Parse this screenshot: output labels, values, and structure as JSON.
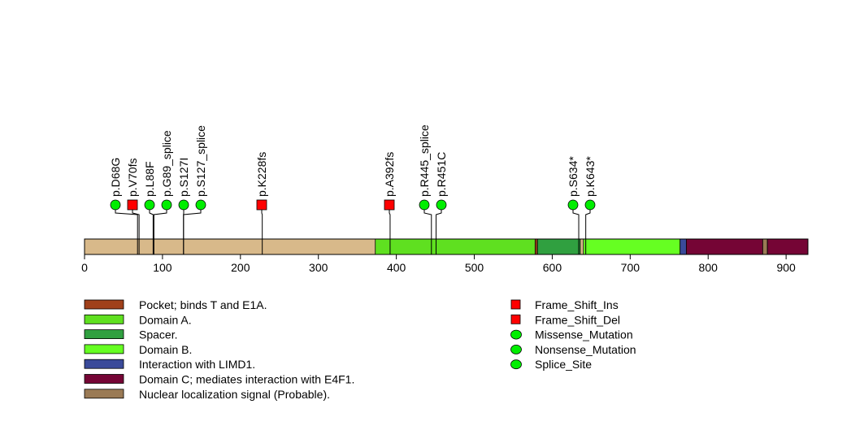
{
  "chart_data": {
    "type": "lollipop",
    "protein_length": 928,
    "xlim": [
      0,
      928
    ],
    "xticks": [
      0,
      100,
      200,
      300,
      400,
      500,
      600,
      700,
      800,
      900
    ],
    "background_color": "#d8b98a",
    "domains": [
      {
        "name": "Domain A.",
        "start": 373,
        "end": 579,
        "color": "#5fe020"
      },
      {
        "name": "Pocket; binds T and E1A.",
        "start": 578,
        "end": 581,
        "color": "#a0401a"
      },
      {
        "name": "Spacer.",
        "start": 581,
        "end": 636,
        "color": "#30a040"
      },
      {
        "name": "Domain B.",
        "start": 640,
        "end": 764,
        "color": "#66ff22"
      },
      {
        "name": "Interaction with LIMD1.",
        "start": 764,
        "end": 772,
        "color": "#3a4a9a"
      },
      {
        "name": "Domain C; mediates interaction with E4F1.",
        "start": 772,
        "end": 870,
        "color": "#750535"
      },
      {
        "name": "Nuclear localization signal (Probable).",
        "start": 870,
        "end": 876,
        "color": "#9a7a55"
      },
      {
        "name": "Domain C; mediates interaction with E4F1.",
        "start": 876,
        "end": 928,
        "color": "#750535"
      }
    ],
    "mutations": [
      {
        "label": "p.D68G",
        "pos": 68,
        "type": "Missense_Mutation"
      },
      {
        "label": "p.V70fs",
        "pos": 70,
        "type": "Frame_Shift_Del"
      },
      {
        "label": "p.L88F",
        "pos": 88,
        "type": "Missense_Mutation"
      },
      {
        "label": "p.G89_splice",
        "pos": 89,
        "type": "Splice_Site"
      },
      {
        "label": "p.S127I",
        "pos": 127,
        "type": "Missense_Mutation"
      },
      {
        "label": "p.S127_splice",
        "pos": 127,
        "type": "Splice_Site"
      },
      {
        "label": "p.K228fs",
        "pos": 228,
        "type": "Frame_Shift_Del"
      },
      {
        "label": "p.A392fs",
        "pos": 392,
        "type": "Frame_Shift_Del"
      },
      {
        "label": "p.R445_splice",
        "pos": 445,
        "type": "Splice_Site"
      },
      {
        "label": "p.R451C",
        "pos": 451,
        "type": "Missense_Mutation"
      },
      {
        "label": "p.S634*",
        "pos": 634,
        "type": "Nonsense_Mutation"
      },
      {
        "label": "p.K643*",
        "pos": 643,
        "type": "Nonsense_Mutation"
      }
    ],
    "domain_legend": [
      {
        "label": "Pocket; binds T and E1A.",
        "color": "#a0401a"
      },
      {
        "label": "Domain A.",
        "color": "#5fe020"
      },
      {
        "label": "Spacer.",
        "color": "#30a040"
      },
      {
        "label": "Domain B.",
        "color": "#66ff22"
      },
      {
        "label": "Interaction with LIMD1.",
        "color": "#3a4a9a"
      },
      {
        "label": "Domain C; mediates interaction with E4F1.",
        "color": "#750535"
      },
      {
        "label": "Nuclear localization signal (Probable).",
        "color": "#9a7a55"
      }
    ],
    "mutation_legend": [
      {
        "label": "Frame_Shift_Ins",
        "shape": "square",
        "color": "#ff0000"
      },
      {
        "label": "Frame_Shift_Del",
        "shape": "square",
        "color": "#ff0000"
      },
      {
        "label": "Missense_Mutation",
        "shape": "circle",
        "color": "#00ee00"
      },
      {
        "label": "Nonsense_Mutation",
        "shape": "circle",
        "color": "#00ee00"
      },
      {
        "label": "Splice_Site",
        "shape": "circle",
        "color": "#00ee00"
      }
    ]
  }
}
